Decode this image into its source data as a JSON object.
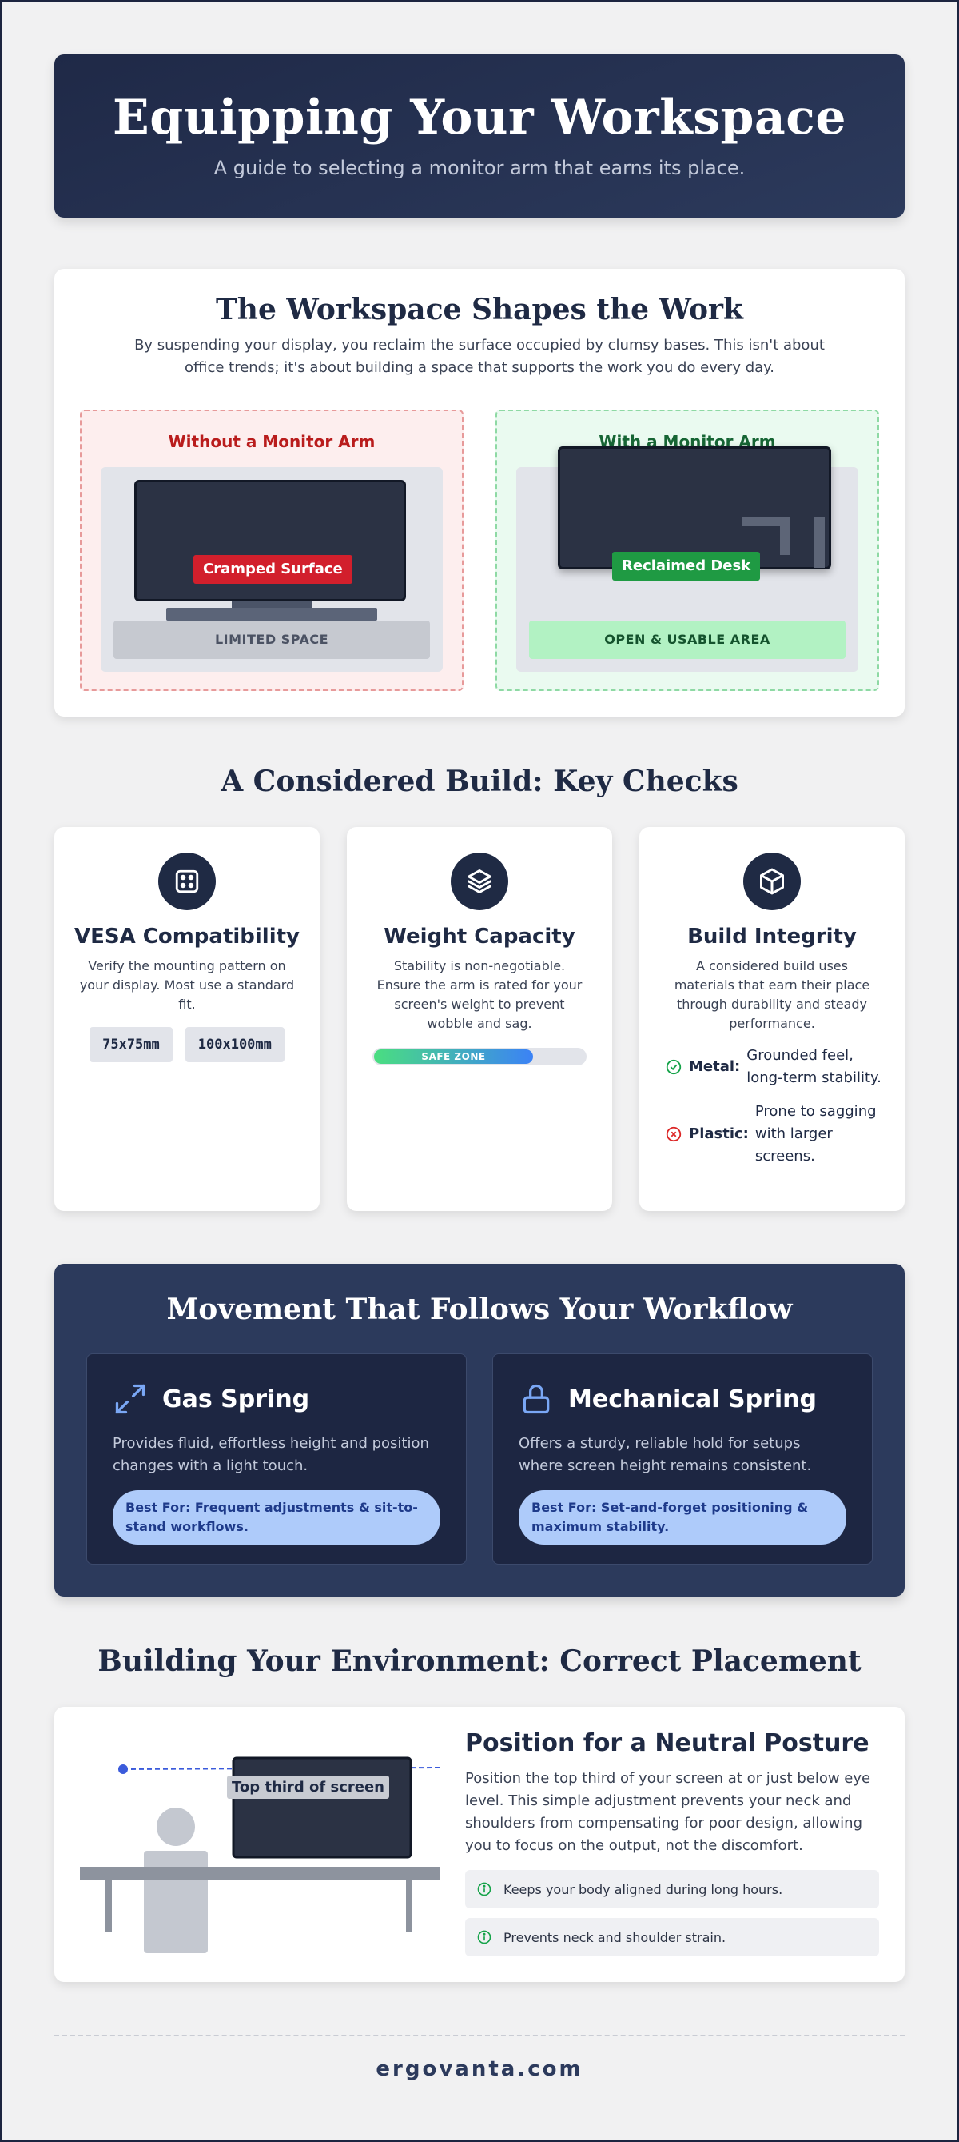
{
  "header": {
    "title": "Equipping Your Workspace",
    "subtitle": "A guide to selecting a monitor arm that earns its place."
  },
  "workspace": {
    "title": "The Workspace Shapes the Work",
    "lead": "By suspending your display, you reclaim the surface occupied by clumsy bases. This isn't about office trends; it's about building a space that supports the work you do every day.",
    "without": {
      "title": "Without a Monitor Arm",
      "tag": "Cramped Surface",
      "surface": "LIMITED SPACE"
    },
    "with": {
      "title": "With a Monitor Arm",
      "tag": "Reclaimed Desk",
      "surface": "OPEN & USABLE AREA"
    }
  },
  "checks": {
    "title": "A Considered Build: Key Checks",
    "vesa": {
      "title": "VESA Compatibility",
      "desc": "Verify the mounting pattern on your display. Most use a standard fit.",
      "patterns": [
        "75x75mm",
        "100x100mm"
      ],
      "icon": "vesa-grid-icon"
    },
    "weight": {
      "title": "Weight Capacity",
      "desc": "Stability is non-negotiable. Ensure the arm is rated for your screen's weight to prevent wobble and sag.",
      "bar_label": "SAFE ZONE",
      "bar_fill_percent": 75,
      "icon": "layers-icon"
    },
    "build": {
      "title": "Build Integrity",
      "desc": "A considered build uses materials that earn their place through durability and steady performance.",
      "metal_label": "Metal:",
      "metal_text": "Grounded feel, long-term stability.",
      "plastic_label": "Plastic:",
      "plastic_text": "Prone to sagging with larger screens.",
      "icon": "cube-icon"
    }
  },
  "movement": {
    "title": "Movement That Follows Your Workflow",
    "gas": {
      "title": "Gas Spring",
      "desc": "Provides fluid, effortless height and position changes with a light touch.",
      "best": "Best For: Frequent adjustments & sit-to-stand workflows.",
      "icon": "expand-arrows-icon"
    },
    "mech": {
      "title": "Mechanical Spring",
      "desc": "Offers a sturdy, reliable hold for setups where screen height remains consistent.",
      "best": "Best For: Set-and-forget positioning & maximum stability.",
      "icon": "lock-icon"
    }
  },
  "placement": {
    "section_title": "Building Your Environment: Correct Placement",
    "screen_label": "Top third of screen",
    "title": "Position for a Neutral Posture",
    "desc": "Position the top third of your screen at or just below eye level. This simple adjustment prevents your neck and shoulders from compensating for poor design, allowing you to focus on the output, not the discomfort.",
    "bullets": [
      "Keeps your body aligned during long hours.",
      "Prevents neck and shoulder strain."
    ]
  },
  "footer": {
    "site": "ergovanta.com"
  },
  "colors": {
    "navy": "#1f2a44",
    "accent_blue": "#3b82f6",
    "danger": "#d21f2c",
    "success": "#1f9a43"
  }
}
